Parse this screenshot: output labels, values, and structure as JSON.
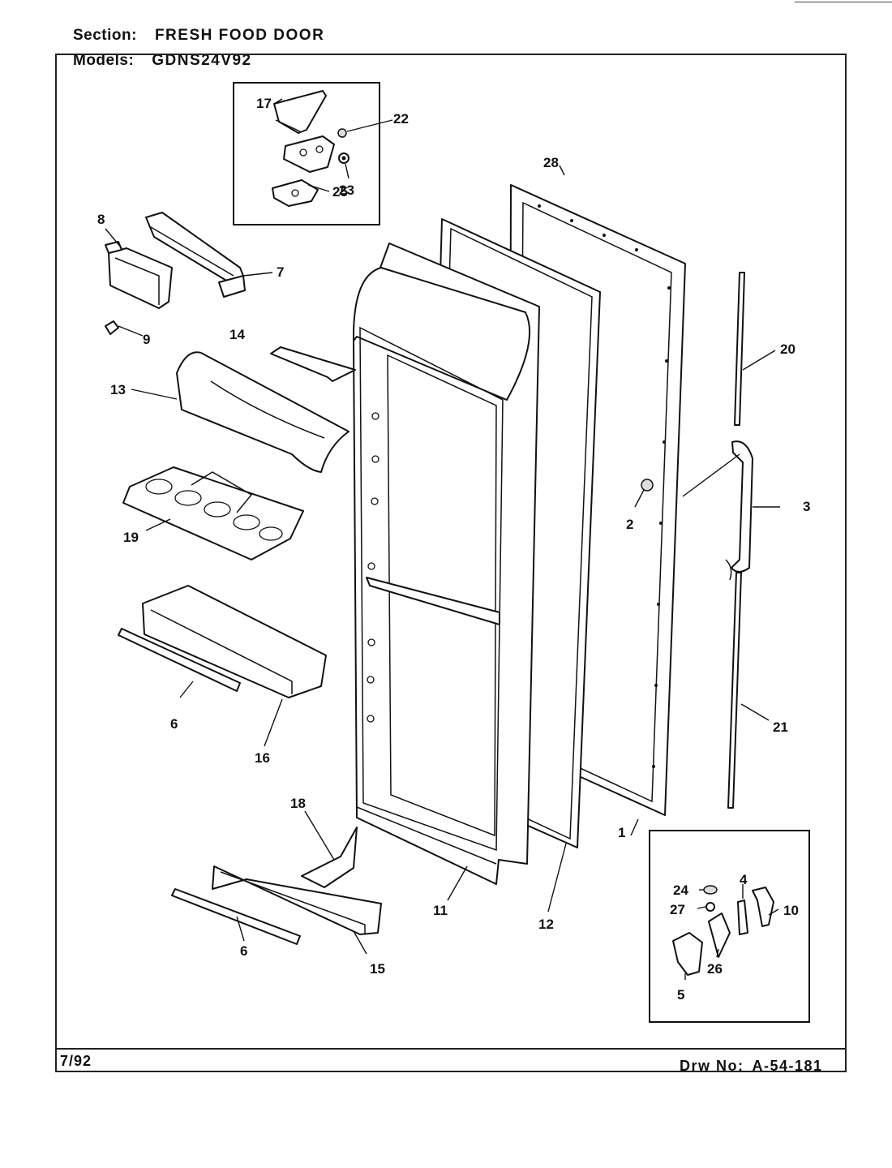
{
  "header": {
    "section_label": "Section:",
    "section_value": "FRESH FOOD DOOR",
    "models_label": "Models:",
    "models_value": "GDNS24V92"
  },
  "footer": {
    "date": "7/92",
    "drawing_label": "Drw No:",
    "drawing_number": "A-54-181"
  },
  "callouts": {
    "p1": "1",
    "p2": "2",
    "p3": "3",
    "p4": "4",
    "p5": "5",
    "p6a": "6",
    "p6b": "6",
    "p7": "7",
    "p8": "8",
    "p9": "9",
    "p10": "10",
    "p11": "11",
    "p12": "12",
    "p13": "13",
    "p14": "14",
    "p15": "15",
    "p16": "16",
    "p17": "17",
    "p18": "18",
    "p19": "19",
    "p20": "20",
    "p21": "21",
    "p22": "22",
    "p23": "23",
    "p24": "24",
    "p25": "25",
    "p26": "26",
    "p27": "27",
    "p28": "28"
  }
}
